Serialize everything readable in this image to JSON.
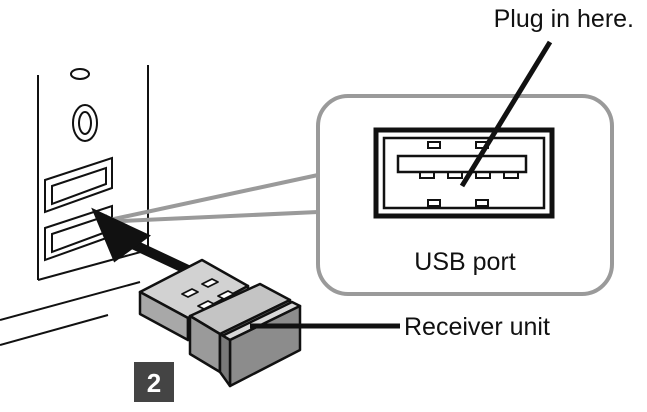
{
  "labels": {
    "plug_in_here": "Plug in here.",
    "usb_port": "USB port",
    "receiver_unit": "Receiver unit"
  },
  "step_badge": {
    "number": "2"
  },
  "colors": {
    "line": "#111111",
    "callout_gray": "#9a9a9a",
    "receiver_light": "#d2d2d2",
    "receiver_mid": "#a8a8a8",
    "receiver_dark": "#7a7a7a",
    "badge_bg": "#444444"
  }
}
